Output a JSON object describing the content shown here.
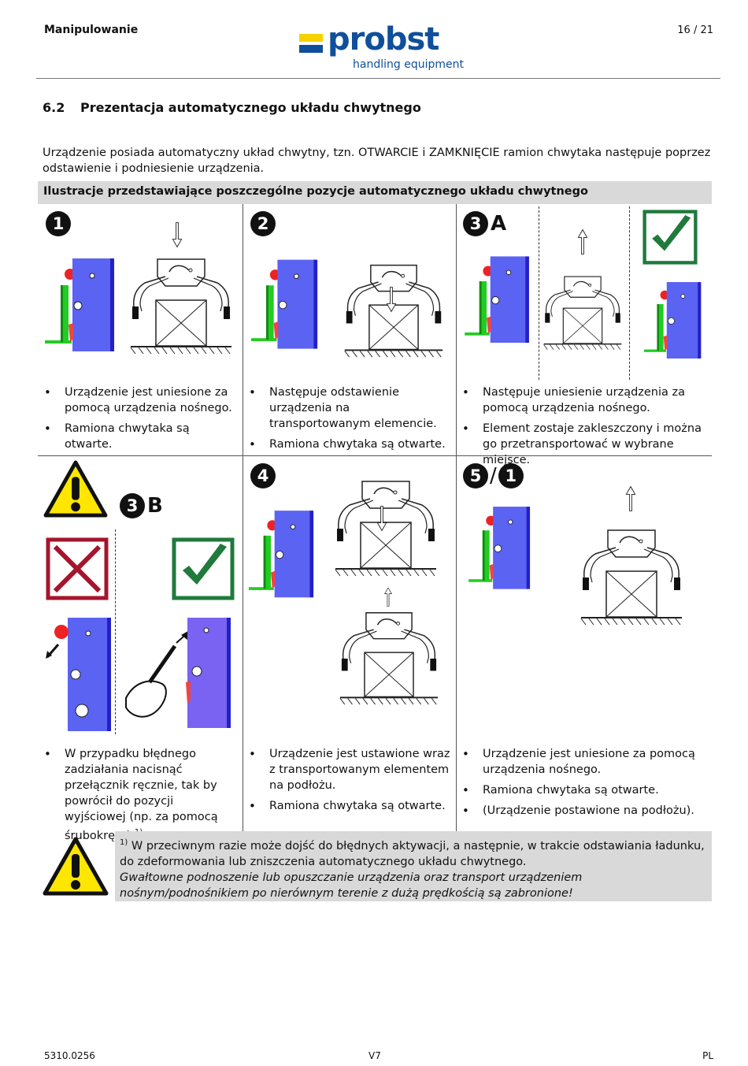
{
  "header": {
    "section_name": "Manipulowanie",
    "page": "16 / 21",
    "logo_word": "probst",
    "logo_tagline": "handling equipment",
    "logo_colors": {
      "blue": "#0f4f9c",
      "yellow": "#f7d100"
    }
  },
  "section": {
    "number": "6.2",
    "title": "Prezentacja automatycznego układu chwytnego",
    "intro": "Urządzenie posiada automatyczny układ chwytny, tzn. OTWARCIE i ZAMKNIĘCIE ramion chwytaka następuje poprzez odstawienie i podniesienie urządzenia."
  },
  "band_title": "Ilustracje przedstawiające poszczególne pozycje automatycznego układu chwytnego",
  "cells": [
    {
      "step_num": "1",
      "step_letter": "",
      "bullets": [
        "Urządzenie jest uniesione za pomocą urządzenia nośnego.",
        "Ramiona chwytaka są otwarte."
      ]
    },
    {
      "step_num": "2",
      "step_letter": "",
      "bullets": [
        "Następuje odstawienie urządzenia na transportowanym elemencie.",
        "Ramiona chwytaka są otwarte."
      ]
    },
    {
      "step_num": "3",
      "step_letter": "A",
      "bullets": [
        "Następuje uniesienie urządzenia za pomocą urządzenia nośnego.",
        "Element zostaje zakleszczony i można go przetransportować w wybrane miejsce."
      ]
    },
    {
      "step_num": "3",
      "step_letter": "B",
      "bullets": [
        "W przypadku błędnego zadziałania nacisnąć przełącznik ręcznie, tak by powrócił do pozycji wyjściowej (np. za pomocą śrubokręta)."
      ],
      "footnote_mark": "1)"
    },
    {
      "step_num": "4",
      "step_letter": "",
      "bullets": [
        "Urządzenie jest ustawione wraz z transportowanym elementem na podłożu.",
        "Ramiona chwytaka są otwarte."
      ]
    },
    {
      "step_num": "5",
      "step_sep": "/",
      "step_num2": "1",
      "bullets": [
        "Urządzenie jest uniesione za pomocą urządzenia nośnego.",
        "Ramiona chwytaka są otwarte.",
        "(Urządzenie postawione na podłożu)."
      ]
    }
  ],
  "note": {
    "mark": "1)",
    "line1": " W przeciwnym razie może dojść do błędnych aktywacji, a następnie, w trakcie odstawiania ładunku, do zdeformowania lub zniszczenia automatycznego układu chwytnego.",
    "line2": "Gwałtowne podnoszenie lub opuszczanie urządzenia oraz transport urządzeniem nośnym/podnośnikiem po nierównym terenie z dużą prędkością są zabronione!"
  },
  "footer": {
    "doc_no": "5310.0256",
    "version": "V7",
    "lang": "PL"
  },
  "icons": [
    "warning-triangle-icon",
    "check-mark-icon",
    "cross-mark-icon",
    "arrow-down-icon",
    "arrow-up-icon",
    "screwdriver-hand-icon"
  ],
  "colors": {
    "device_blue": "#5b63f2",
    "device_edge": "#2320c8",
    "switch_green": "#22cc22",
    "lever_red": "#ee2222",
    "check_green": "#1f7a3c",
    "cross_red": "#a4152c",
    "warning_yellow": "#ffe600"
  }
}
